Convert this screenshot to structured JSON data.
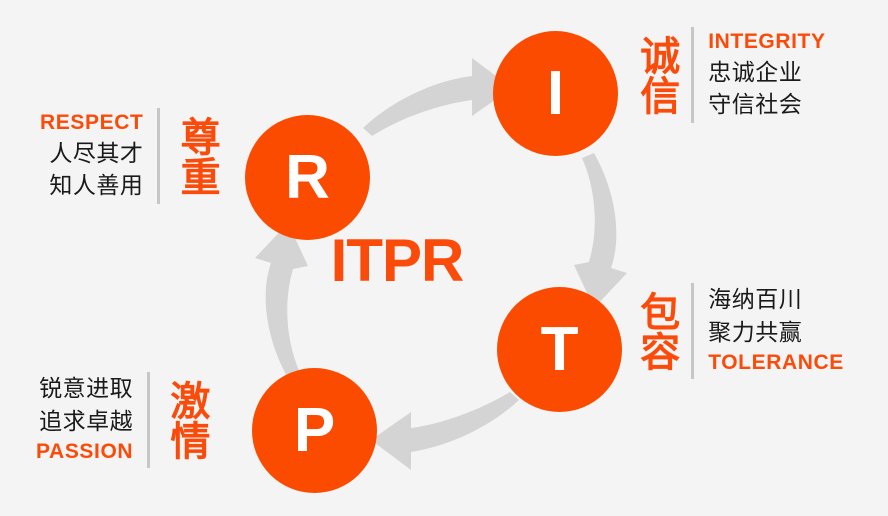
{
  "canvas": {
    "background_color": "#f4f4f4",
    "accent_color": "#fb4b00",
    "text_color": "#1a1a1a",
    "arrow_color": "#d4d4d4",
    "divider_color": "#c6c6c6"
  },
  "center": {
    "acronym": "ITPR"
  },
  "nodes": [
    {
      "id": "r",
      "letter": "R",
      "value_key": "respect"
    },
    {
      "id": "i",
      "letter": "I",
      "value_key": "integrity"
    },
    {
      "id": "t",
      "letter": "T",
      "value_key": "tolerance"
    },
    {
      "id": "p",
      "letter": "P",
      "value_key": "passion"
    }
  ],
  "blocks": {
    "respect": {
      "english": "RESPECT",
      "chinese_vertical": "尊重",
      "chinese_line1": "人尽其才",
      "chinese_line2": "知人善用",
      "order": "english-first"
    },
    "integrity": {
      "english": "INTEGRITY",
      "chinese_vertical": "诚信",
      "chinese_line1": "忠诚企业",
      "chinese_line2": "守信社会",
      "order": "english-first"
    },
    "tolerance": {
      "english": "TOLERANCE",
      "chinese_vertical": "包容",
      "chinese_line1": "海纳百川",
      "chinese_line2": "聚力共赢",
      "order": "english-last"
    },
    "passion": {
      "english": "PASSION",
      "chinese_vertical": "激情",
      "chinese_line1": "锐意进取",
      "chinese_line2": "追求卓越",
      "order": "english-last"
    }
  },
  "arrows": [
    {
      "name": "arrow-r-to-i",
      "from": "R",
      "to": "I",
      "direction": "right"
    },
    {
      "name": "arrow-i-to-t",
      "from": "I",
      "to": "T",
      "direction": "down"
    },
    {
      "name": "arrow-t-to-p",
      "from": "T",
      "to": "P",
      "direction": "left"
    },
    {
      "name": "arrow-p-to-r",
      "from": "P",
      "to": "R",
      "direction": "up"
    }
  ]
}
